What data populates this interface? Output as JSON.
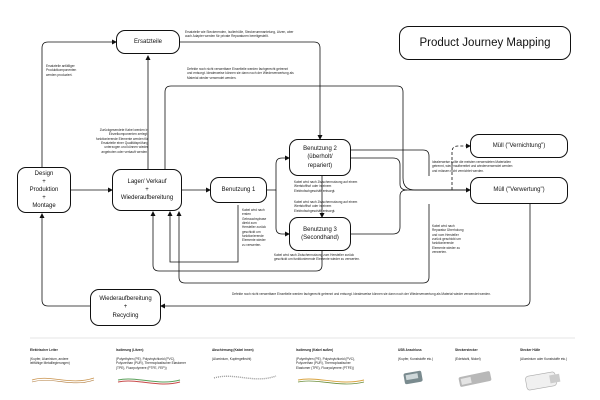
{
  "title": "Product Journey Mapping",
  "nodes": {
    "ersatzteile": "Ersatzteile",
    "design": "Design\n+\nProduktion\n+\nMontage",
    "lager": "Lager/ Verkauf\n+\nWiederaufbereitung",
    "benutzung1": "Benutzung 1",
    "benutzung2": "Benutzung 2\n(überholt/\nrepariert)",
    "benutzung3": "Benutzung 3\n(Secondhand)",
    "muell_vernichtung": "Müll (\"Vernichtung\")",
    "muell_verwertung": "Müll (\"Verwertung\")",
    "recycling": "Wiederaufbereitung\n+\nRecycling"
  },
  "notes": {
    "n_ersatz_left": "Ersatzteile anfälliger\nProduktkomponenten\nwerden produziert.",
    "n_ersatz_top": "Ersatzteile wie Steckerenden, Isolierhülle, Steckerummantelung, Litzen, aber\nauch Adapter werden für private Reparaturen bereitgestellt.",
    "n_defekte_top": "Defekte noch nicht verwertbare Einzelteile werden fachgerecht getrennt\nund entsorgt. Idealerweise können sie dann noch der Wiederverwertung als\nMaterial wieder verwendet werden.",
    "n_lager": "Zurückgesendete Kabel werden in\nEinzelkomponenten zerlegt;\nfunktionierende Elemente werden für\nErsatzteile einer Qualitätsprüfung\nunterzogen und können wieder\nangeboten oder verkauft werden.",
    "n_reparatur": "Kabel wird nach Zwischennutzung auf einem\nWertstoffhof oder in einem\nElektrofachgeschäft entsorgt.",
    "n_b1_down": "Kabel wird nach\nersten\nGebrauchsphase\ndirekt zum\nHersteller zurück\ngeschickt um\nfunktionierende\nElemente wieder\nzu verwerten.",
    "n_b3_top": "Kabel wird nach Zwischennutzung auf einem\nWertstoffhof oder in einem\nElektrofachgeschäft entsorgt.",
    "n_b3_bottom": "Kabel wird nach Zwischennutzung zum Hersteller zurück\ngeschickt um funktionierende Elemente wieder zu verwerten.",
    "n_muell": "Idealerweise sollte die meisten verwendeten Materialien\ngetrennt, wiederaufbereitet und wiederverwendet werden\nund müssen nicht vernichtet werden.",
    "n_reparatur_right": "Kabel wird nach\nReparatur Überholung\nund vom Hersteller\nzurück geschickt um\nfunktionierende\nElemente wieder zu\nverwerten.",
    "n_bottom": "Defekte noch nicht verwertbare Einzelteile werden fachgerecht getrennt und entsorgt. Idealerweise können sie dann noch der Wiederverwertung als Material wieder verwendet werden."
  },
  "legend": [
    {
      "name": "Elektrischer Leiter",
      "desc": "(Kupfer, Aluminium, andere\nleitfähige Metalllegierungen)",
      "icon": "conductor-wire"
    },
    {
      "name": "Isolierung (Litzen)",
      "desc": "(Polyethylen (PE), Polyvinylchlorid (PVC),\nPolyurethan (PUR), Thermoplastischer Elastomer\n(TPE), Fluorpolymere (PTFE, FEP))",
      "icon": "insulated-strand"
    },
    {
      "name": "Abschirmung (Kabel innen)",
      "desc": "(Aluminium, Kupfergeflecht)",
      "icon": "shield-braid"
    },
    {
      "name": "Isolierung (Kabel außen)",
      "desc": "(Polyethylen (PE), Polyvinylchlorid (PVC),\nPolyurethan (PUR), Thermoplastischer\nElastomer (TPE), Fluorpolymere (PTFE))",
      "icon": "outer-jacket"
    },
    {
      "name": "USB Anschluss",
      "desc": "(Kupfer, Kunststoffe etc.)",
      "icon": "usb-plug"
    },
    {
      "name": "Steckerstecker",
      "desc": "(Edelstahl, Nickel)",
      "icon": "metal-connector"
    },
    {
      "name": "Stecker Hülle",
      "desc": "(Aluminium oder Kunststoffe etc.)",
      "icon": "plug-housing"
    }
  ]
}
